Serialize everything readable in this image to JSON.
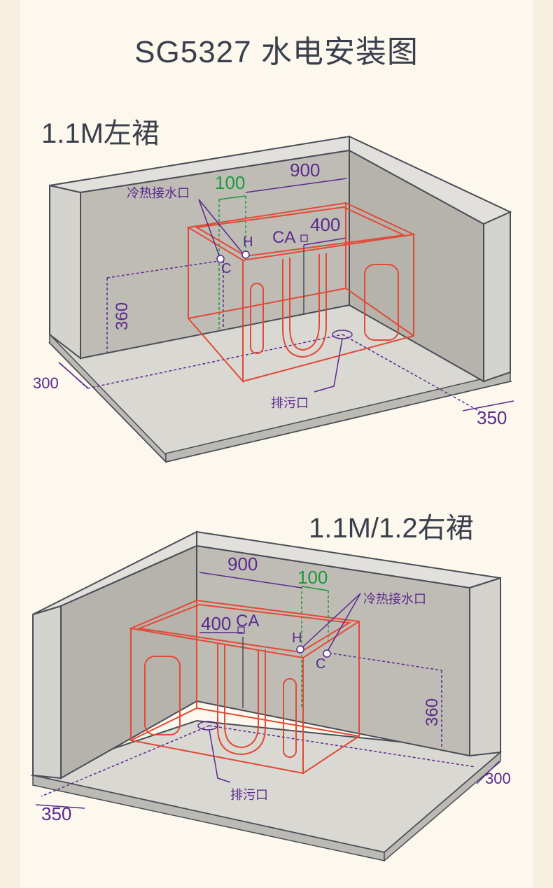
{
  "title": "SG5327 水电安装图",
  "sections": [
    {
      "label": "1.1M左裙",
      "inlet_label": "冷热接水口",
      "drain_label": "排污口",
      "hot_label": "H",
      "cold_label": "C",
      "ca_label": "CA",
      "dims": {
        "width_900": "900",
        "spacing_100": "100",
        "ca_400": "400",
        "height_360": "360",
        "depth_300": "300",
        "drain_350": "350"
      }
    },
    {
      "label": "1.1M/1.2右裙",
      "inlet_label": "冷热接水口",
      "drain_label": "排污口",
      "hot_label": "H",
      "cold_label": "C",
      "ca_label": "CA",
      "dims": {
        "width_900": "900",
        "spacing_100": "100",
        "ca_400": "400",
        "height_360": "360",
        "depth_300": "300",
        "drain_350": "350"
      }
    }
  ],
  "colors": {
    "wall_front": "#cfcdc8",
    "wall_back": "#bdbab4",
    "floor": "#dad8d3",
    "edge": "#4a4d55",
    "tub": "#e14a36",
    "dimension": "#5a2a8c",
    "green": "#1a9a3a"
  }
}
